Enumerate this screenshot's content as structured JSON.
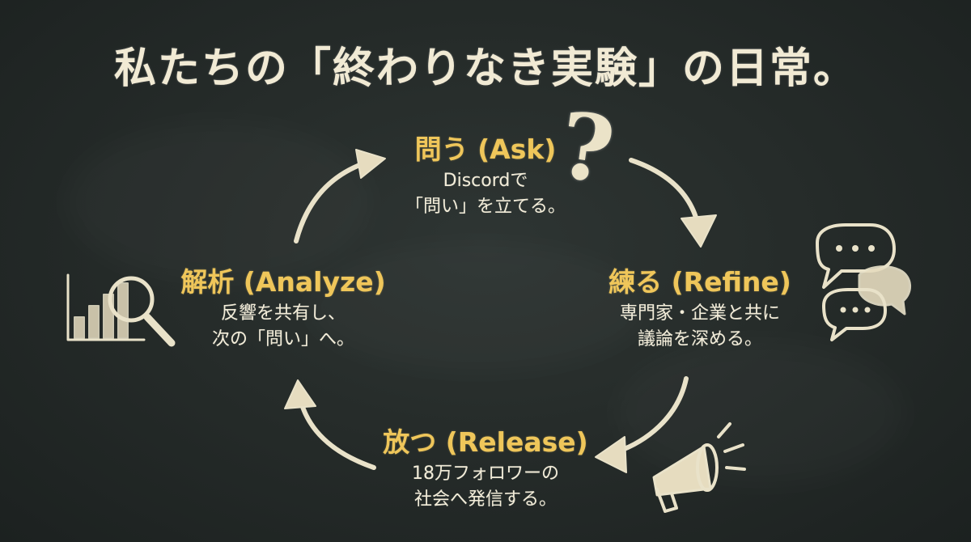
{
  "title": "私たちの「終わりなき実験」の日常。",
  "cycle": [
    {
      "id": "ask",
      "heading": "問う (Ask)",
      "lines": [
        "Discordで",
        "「問い」を立てる。"
      ],
      "icon": "question-mark-icon"
    },
    {
      "id": "refine",
      "heading": "練る (Refine)",
      "lines": [
        "専門家・企業と共に",
        "議論を深める。"
      ],
      "icon": "speech-bubbles-icon"
    },
    {
      "id": "release",
      "heading": "放つ (Release)",
      "lines": [
        "18万フォロワーの",
        "社会へ発信する。"
      ],
      "icon": "megaphone-icon"
    },
    {
      "id": "analyze",
      "heading": "解析 (Analyze)",
      "lines": [
        "反響を共有し、",
        "次の「問い」へ。"
      ],
      "icon": "bar-chart-magnifier-icon"
    }
  ],
  "colors": {
    "background": "#262c2a",
    "heading": "#efc65a",
    "text": "#f2ecd8",
    "chalk": "#e9e2c9"
  }
}
